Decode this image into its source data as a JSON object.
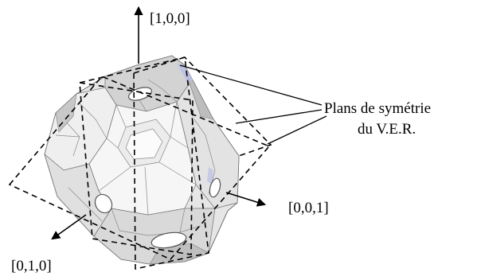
{
  "labels": {
    "axis_x": "[1,0,0]",
    "axis_z": "[0,0,1]",
    "axis_y": "[0,1,0]",
    "planes_line1": "Plans de symétrie",
    "planes_line2": "du V.E.R."
  },
  "colors": {
    "surface_light": "#f4f4f4",
    "surface_mid": "#d6d6d6",
    "surface_dark": "#a9a9a9",
    "edge": "#6e6e6e",
    "accent": "#b9bfe6",
    "ink": "#000000"
  }
}
